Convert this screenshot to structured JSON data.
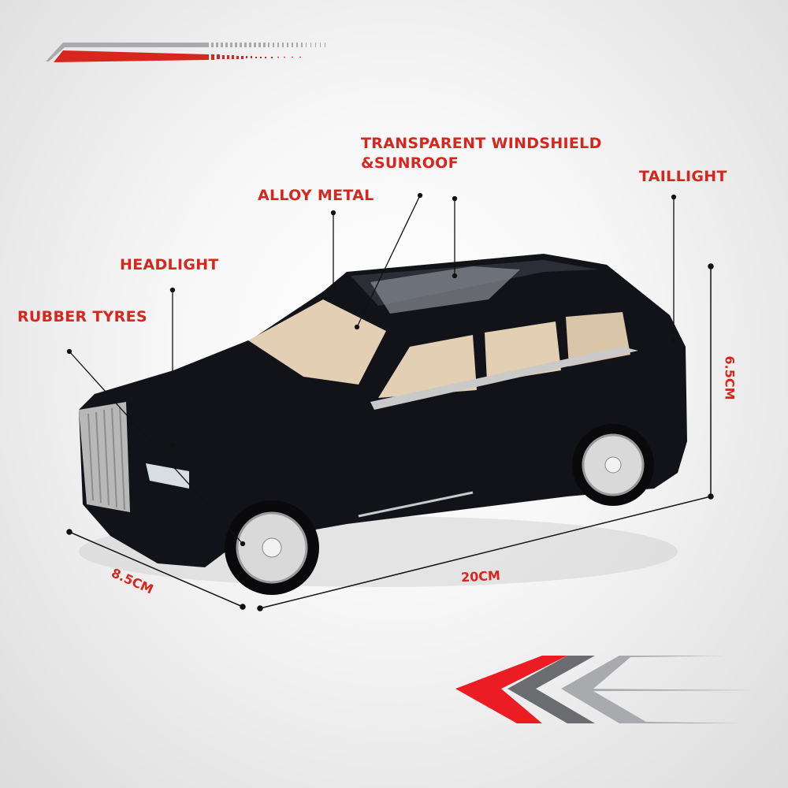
{
  "labels": {
    "windshield_line1": "TRANSPARENT WINDSHIELD",
    "windshield_line2": "&SUNROOF",
    "taillight": "TAILLIGHT",
    "alloy_metal": "ALLOY METAL",
    "headlight": "HEADLIGHT",
    "rubber_tyres": "RUBBER TYRES"
  },
  "dimensions": {
    "height": "6.5CM",
    "length": "20CM",
    "width": "8.5CM"
  },
  "colors": {
    "accent_red": "#d7261e",
    "dark_gray": "#6b6c70",
    "light_gray": "#a9aaad",
    "car_body": "#121318",
    "interior": "#e3cfb3"
  }
}
